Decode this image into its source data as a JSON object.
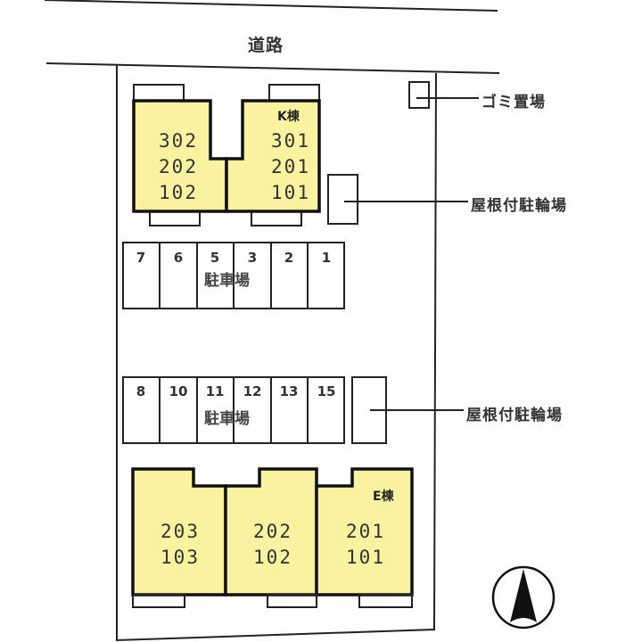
{
  "road": {
    "label": "道路"
  },
  "labels": {
    "garbage": "ゴミ置場",
    "bike_parking_top": "屋根付駐輪場",
    "bike_parking_bottom": "屋根付駐輪場"
  },
  "building_k": {
    "name": "K棟",
    "left_units": [
      "302",
      "202",
      "102"
    ],
    "right_units": [
      "301",
      "201",
      "101"
    ]
  },
  "parking_top": {
    "label": "駐車場",
    "slots": [
      "7",
      "6",
      "5",
      "3",
      "2",
      "1"
    ]
  },
  "parking_bottom": {
    "label": "駐車場",
    "slots": [
      "8",
      "10",
      "11",
      "12",
      "13",
      "15"
    ]
  },
  "building_e": {
    "name": "E棟",
    "units": [
      {
        "upper": "203",
        "lower": "103"
      },
      {
        "upper": "202",
        "lower": "102"
      },
      {
        "upper": "201",
        "lower": "101"
      }
    ]
  },
  "compass": {
    "icon": "north-arrow-icon"
  },
  "colors": {
    "building_fill": "#f9f2a0",
    "line": "#222222"
  }
}
